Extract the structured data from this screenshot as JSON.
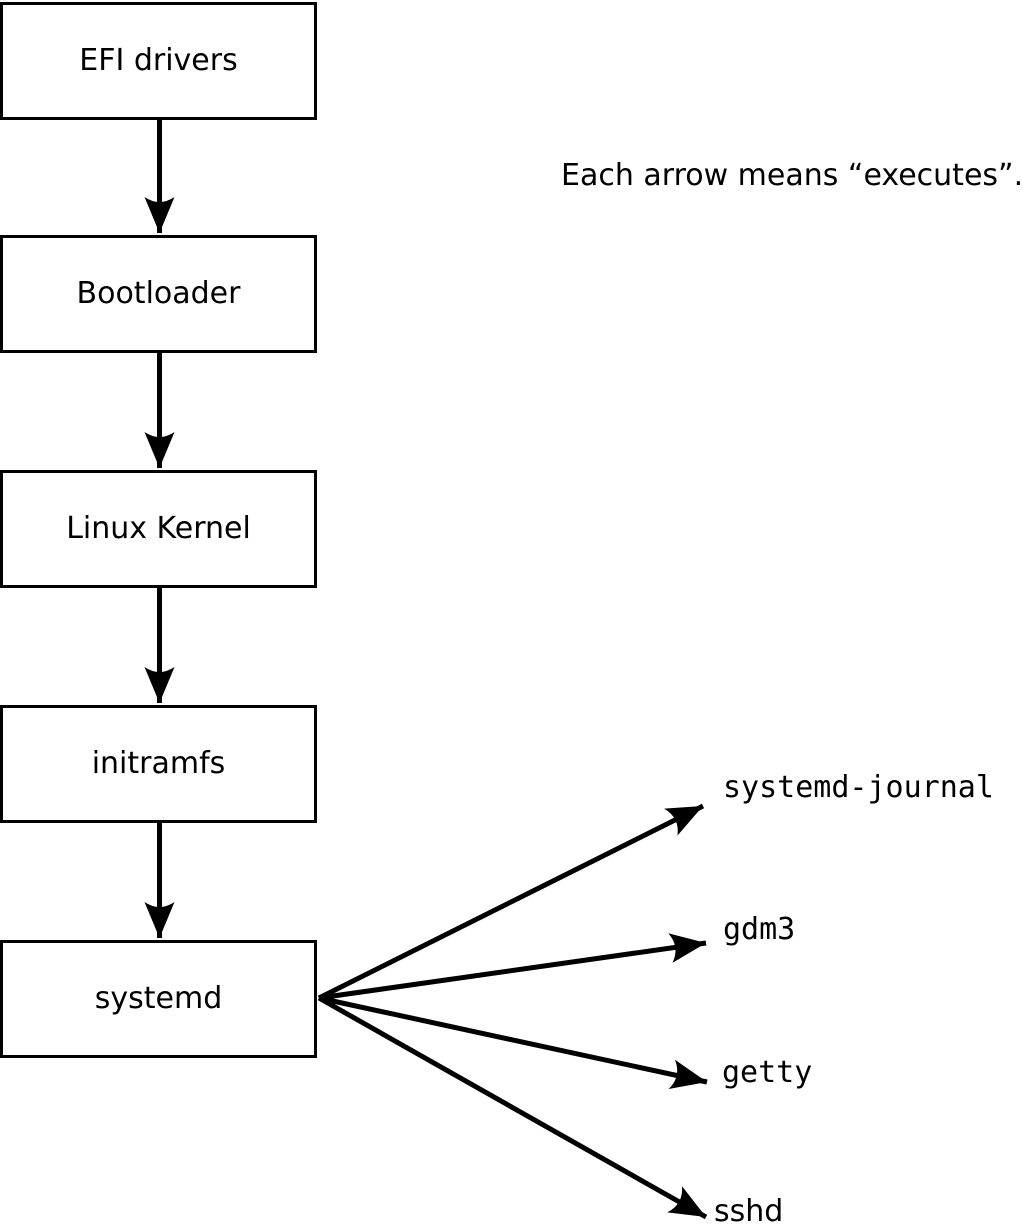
{
  "note": {
    "text": "Each arrow means “executes”."
  },
  "diagram": {
    "chain": [
      {
        "id": "efi-drivers",
        "label": "EFI drivers"
      },
      {
        "id": "bootloader",
        "label": "Bootloader"
      },
      {
        "id": "linux-kernel",
        "label": "Linux Kernel"
      },
      {
        "id": "initramfs",
        "label": "initramfs"
      },
      {
        "id": "systemd",
        "label": "systemd"
      }
    ],
    "spawned": [
      {
        "id": "systemd-journal",
        "label": "systemd-journal"
      },
      {
        "id": "gdm3",
        "label": "gdm3"
      },
      {
        "id": "getty",
        "label": "getty"
      },
      {
        "id": "sshd",
        "label": "sshd"
      }
    ]
  },
  "colors": {
    "foreground": "#000000",
    "background": "#ffffff",
    "box_fill": "#ffffff"
  }
}
